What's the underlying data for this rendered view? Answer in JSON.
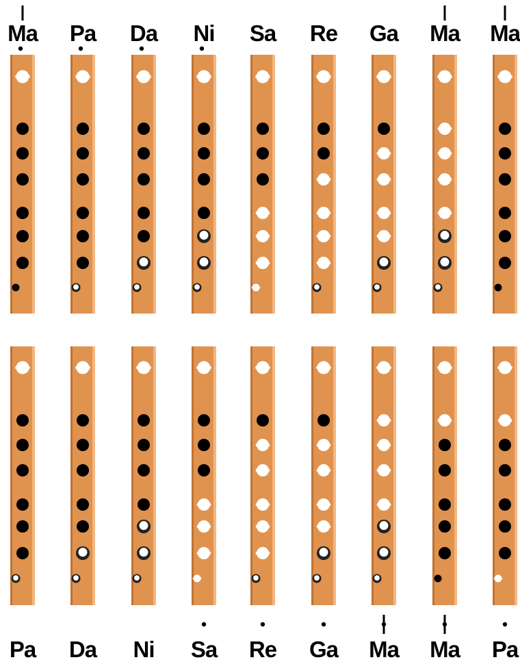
{
  "colors": {
    "flute_body": "#e0924f",
    "flute_highlight": "#f3b680",
    "flute_shadow": "#bf7234",
    "closed_hole": "#000000",
    "open_hole": "#ffffff",
    "half_hole_ring": "#222222"
  },
  "hole_legend": {
    "C": "closed",
    "O": "open",
    "H": "half-open",
    "c": "small-closed",
    "o": "small-open",
    "h": "small-half"
  },
  "rows": [
    {
      "label_position": "top",
      "charts": [
        {
          "note": "Ma",
          "octave_mark": "tivra-line-above",
          "dot": "below",
          "holes": [
            "C",
            "C",
            "C",
            "C",
            "C",
            "C",
            "c"
          ]
        },
        {
          "note": "Pa",
          "octave_mark": "none",
          "dot": "below",
          "holes": [
            "C",
            "C",
            "C",
            "C",
            "C",
            "C",
            "h"
          ]
        },
        {
          "note": "Da",
          "octave_mark": "none",
          "dot": "below",
          "holes": [
            "C",
            "C",
            "C",
            "C",
            "C",
            "H",
            "h"
          ]
        },
        {
          "note": "Ni",
          "octave_mark": "none",
          "dot": "below",
          "holes": [
            "C",
            "C",
            "C",
            "C",
            "H",
            "H",
            "h"
          ]
        },
        {
          "note": "Sa",
          "octave_mark": "none",
          "dot": "none",
          "holes": [
            "C",
            "C",
            "C",
            "O",
            "O",
            "O",
            "o"
          ]
        },
        {
          "note": "Re",
          "octave_mark": "none",
          "dot": "none",
          "holes": [
            "C",
            "C",
            "O",
            "O",
            "O",
            "O",
            "h"
          ]
        },
        {
          "note": "Ga",
          "octave_mark": "none",
          "dot": "none",
          "holes": [
            "C",
            "O",
            "O",
            "O",
            "O",
            "H",
            "h"
          ]
        },
        {
          "note": "Ma",
          "octave_mark": "tivra-line-above",
          "dot": "none",
          "holes": [
            "O",
            "O",
            "O",
            "O",
            "H",
            "H",
            "h"
          ]
        },
        {
          "note": "Ma",
          "octave_mark": "tivra-line-above",
          "dot": "none",
          "holes": [
            "C",
            "C",
            "C",
            "C",
            "C",
            "C",
            "c"
          ]
        }
      ]
    },
    {
      "label_position": "bottom",
      "charts": [
        {
          "note": "Pa",
          "octave_mark": "none",
          "dot": "none",
          "holes": [
            "C",
            "C",
            "C",
            "C",
            "C",
            "C",
            "h"
          ]
        },
        {
          "note": "Da",
          "octave_mark": "none",
          "dot": "none",
          "holes": [
            "C",
            "C",
            "C",
            "C",
            "C",
            "H",
            "h"
          ]
        },
        {
          "note": "Ni",
          "octave_mark": "none",
          "dot": "none",
          "holes": [
            "C",
            "C",
            "C",
            "C",
            "H",
            "H",
            "h"
          ]
        },
        {
          "note": "Sa",
          "octave_mark": "none",
          "dot": "above",
          "holes": [
            "C",
            "C",
            "C",
            "O",
            "O",
            "O",
            "o"
          ]
        },
        {
          "note": "Re",
          "octave_mark": "none",
          "dot": "above",
          "holes": [
            "C",
            "O",
            "O",
            "O",
            "O",
            "O",
            "h"
          ]
        },
        {
          "note": "Ga",
          "octave_mark": "none",
          "dot": "above",
          "holes": [
            "C",
            "O",
            "O",
            "O",
            "O",
            "H",
            "h"
          ]
        },
        {
          "note": "Ma",
          "octave_mark": "tivra-line-above",
          "dot": "above",
          "holes": [
            "O",
            "O",
            "O",
            "O",
            "H",
            "H",
            "h"
          ]
        },
        {
          "note": "Ma",
          "octave_mark": "tivra-line-above",
          "dot": "above",
          "holes": [
            "O",
            "C",
            "C",
            "C",
            "C",
            "C",
            "c"
          ]
        },
        {
          "note": "Pa",
          "octave_mark": "none",
          "dot": "above",
          "holes": [
            "O",
            "C",
            "C",
            "C",
            "C",
            "C",
            "o"
          ]
        }
      ]
    }
  ]
}
